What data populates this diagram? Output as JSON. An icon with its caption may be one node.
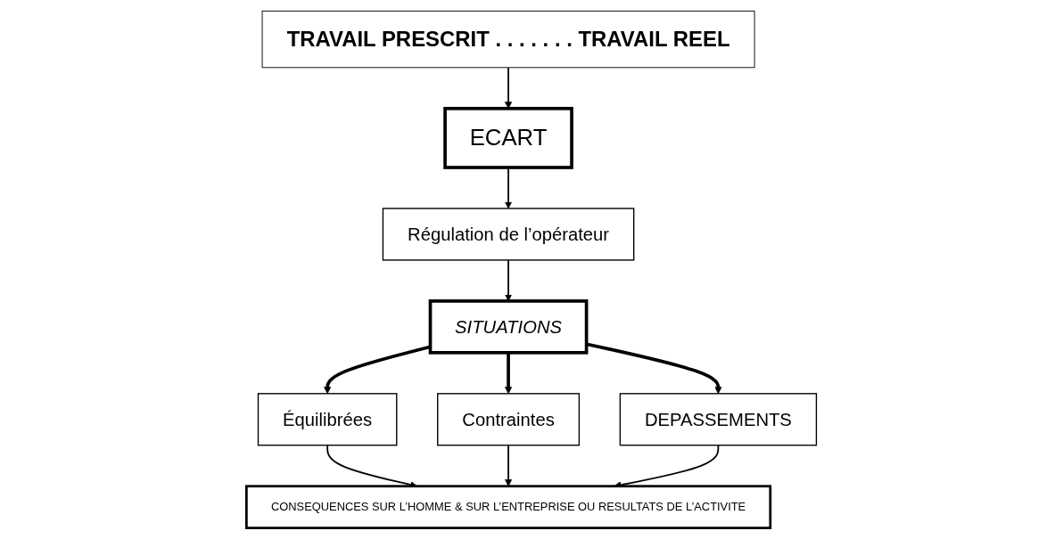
{
  "diagram": {
    "nodes": [
      {
        "text": [
          "TRAVAIL PRESCRIT . . . . . . . TRAVAIL REEL"
        ]
      },
      {
        "text": [
          "ECART"
        ]
      },
      {
        "text": [
          "Régulation de l’opérateur"
        ]
      },
      {
        "text": [
          "SITUATIONS"
        ]
      },
      {
        "text": [
          "Équilibrées"
        ]
      },
      {
        "text": [
          "Contraintes"
        ]
      },
      {
        "text": [
          "DEPASSEMENTS"
        ]
      },
      {
        "text": [
          "CONSEQUENCES SUR L’HOMME & SUR L’ENTREPRISE OU RESULTATS DE L’ACTIVITE"
        ]
      }
    ],
    "edges": [
      {
        "from": 0,
        "to": 1,
        "arrow": "to"
      },
      {
        "from": 1,
        "to": 2,
        "arrow": "to"
      },
      {
        "from": 2,
        "to": 3,
        "arrow": "to"
      },
      {
        "from": 3,
        "to": 4,
        "arrow": "to",
        "style": "thick"
      },
      {
        "from": 3,
        "to": 5,
        "arrow": "to",
        "style": "thick"
      },
      {
        "from": 3,
        "to": 6,
        "arrow": "to",
        "style": "thick"
      },
      {
        "from": 4,
        "to": 7,
        "arrow": "to"
      },
      {
        "from": 5,
        "to": 7,
        "arrow": "to"
      },
      {
        "from": 6,
        "to": 7,
        "arrow": "to"
      }
    ]
  }
}
